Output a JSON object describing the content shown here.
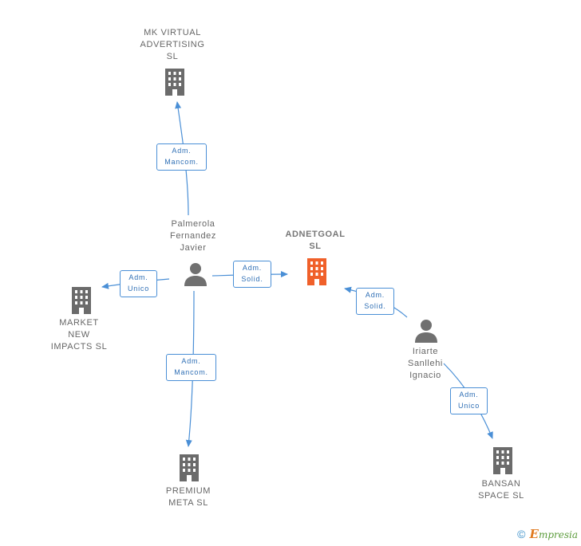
{
  "nodes": {
    "mk_virtual": {
      "label": "MK VIRTUAL\nADVERTISING\nSL",
      "kind": "company"
    },
    "adnetgoal": {
      "label": "ADNETGOAL\nSL",
      "kind": "company-focus"
    },
    "market_new": {
      "label": "MARKET\nNEW\nIMPACTS  SL",
      "kind": "company"
    },
    "premium_meta": {
      "label": "PREMIUM\nMETA  SL",
      "kind": "company"
    },
    "bansan": {
      "label": "BANSAN\nSPACE SL",
      "kind": "company"
    },
    "palmerola": {
      "label": "Palmerola\nFernandez\nJavier",
      "kind": "person"
    },
    "iriarte": {
      "label": "Iriarte\nSanllehi\nIgnacio",
      "kind": "person"
    }
  },
  "edges": {
    "e1": {
      "label": "Adm.\nMancom."
    },
    "e2": {
      "label": "Adm.\nUnico"
    },
    "e3": {
      "label": "Adm.\nSolid."
    },
    "e4": {
      "label": "Adm.\nMancom."
    },
    "e5": {
      "label": "Adm.\nSolid."
    },
    "e6": {
      "label": "Adm.\nUnico"
    }
  },
  "colors": {
    "edge": "#4a8fd6",
    "company_icon": "#6b6b6b",
    "focus_icon": "#f0602a",
    "person_icon": "#707070"
  },
  "credit": {
    "symbol": "©",
    "brand_initial": "E",
    "brand_rest": "mpresia"
  }
}
